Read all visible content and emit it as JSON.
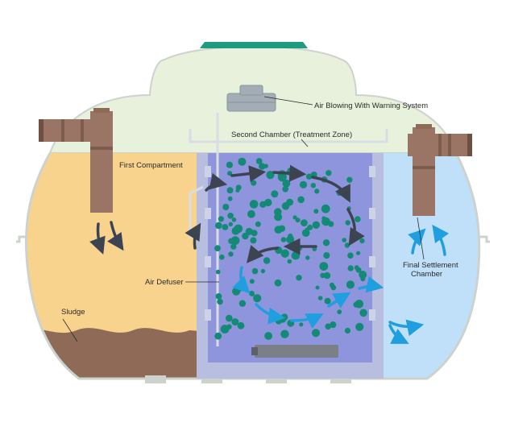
{
  "labels": {
    "air_blowing": "Air Blowing With Warning System",
    "second_chamber": "Second Chamber (Treatment Zone)",
    "first_compartment": "First Compartment",
    "air_defuser": "Air Defuser",
    "sludge": "Sludge",
    "final_settlement_line1": "Final Settlement",
    "final_settlement_line2": "Chamber"
  },
  "colors": {
    "background": "#ffffff",
    "tank_top": "#e7f1dc",
    "first_compartment": "#f8d38e",
    "sludge": "#8e6a57",
    "treatment_zone": "#8e95dc",
    "treatment_wall": "#b7bedf",
    "final_chamber": "#bfe0f8",
    "outline": "#cdd3cc",
    "pipe": "#9a7565",
    "pipe_dark": "#6e5043",
    "lid": "#1d9a80",
    "bubble": "#138a76",
    "arrow_dark": "#3b4450",
    "arrow_blue": "#1f9fe0",
    "blower": "#a3adb5",
    "diffuser_bar": "#7b7f88"
  },
  "icons": {
    "lid": "access-lid-icon",
    "blower": "air-blower-icon",
    "diffuser": "air-diffuser-bar-icon"
  }
}
